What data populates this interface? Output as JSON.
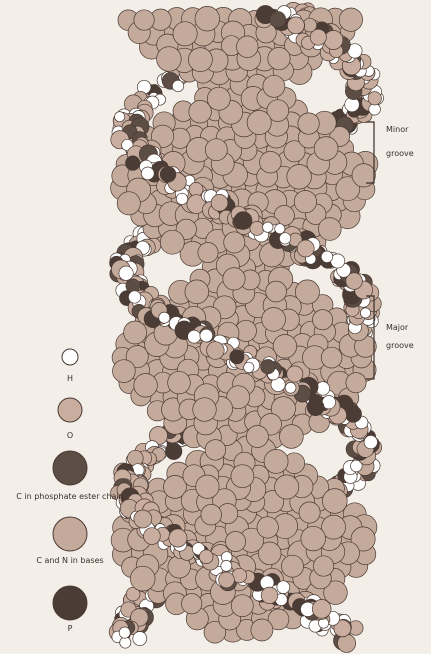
{
  "annotations": {
    "minor_line1": "Minor",
    "minor_line2": "groove",
    "major_line1": "Major",
    "major_line2": "groove"
  },
  "legend": [
    {
      "label": "H",
      "fill": "#ffffff"
    },
    {
      "label": "O",
      "fill": "#c9ad9f"
    },
    {
      "label": "C in phosphate ester chain",
      "fill": "#5c4d45"
    },
    {
      "label": "C and N in bases",
      "fill": "#c4aa9a"
    },
    {
      "label": "P",
      "fill": "#4b3c35"
    }
  ],
  "colors": {
    "hydrogen": "#ffffff",
    "oxygen": "#c9ad9f",
    "carbon_chain": "#5c4d45",
    "base": "#c4aa9a",
    "phosphorus": "#4b3c35",
    "outline": "#4a3a33"
  }
}
